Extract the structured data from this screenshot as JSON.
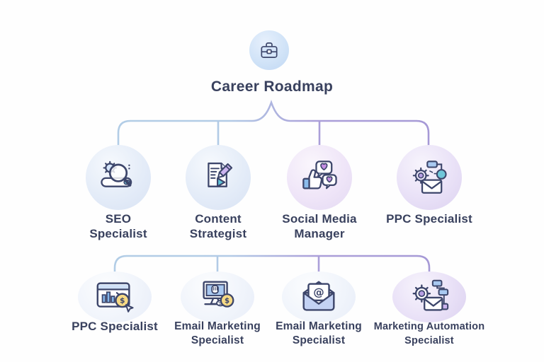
{
  "title": "Career Roadmap",
  "root": {
    "icon": "briefcase-icon"
  },
  "rows": [
    {
      "name": "row-1",
      "nodes": [
        {
          "label": "SEO Specialist",
          "icon": "seo-magnifier-gear-icon"
        },
        {
          "label": "Content Strategist",
          "icon": "document-pencil-play-icon"
        },
        {
          "label": "Social Media Manager",
          "icon": "thumbs-up-hearts-icon"
        },
        {
          "label": "PPC Specialist",
          "icon": "gear-envelope-flow-icon"
        }
      ]
    },
    {
      "name": "row-2",
      "nodes": [
        {
          "label": "PPC Specialist",
          "icon": "browser-chart-coin-icon"
        },
        {
          "label": "Email Marketing Specialist",
          "icon": "laptop-hand-coin-icon"
        },
        {
          "label": "Email Marketing Specialist",
          "icon": "envelope-at-icon"
        },
        {
          "label": "Marketing Automation Specialist",
          "icon": "gear-envelope-flowchart-icon"
        }
      ]
    }
  ],
  "colors": {
    "text": "#39415e",
    "icon_stroke": "#3d466b",
    "connector_blue": "#b3cfe7",
    "connector_purple": "#a193d3",
    "accent_teal": "#6fc6d9",
    "accent_purple": "#b79fe3",
    "accent_blue": "#9ec3ef",
    "accent_yellow": "#f6d77d"
  }
}
